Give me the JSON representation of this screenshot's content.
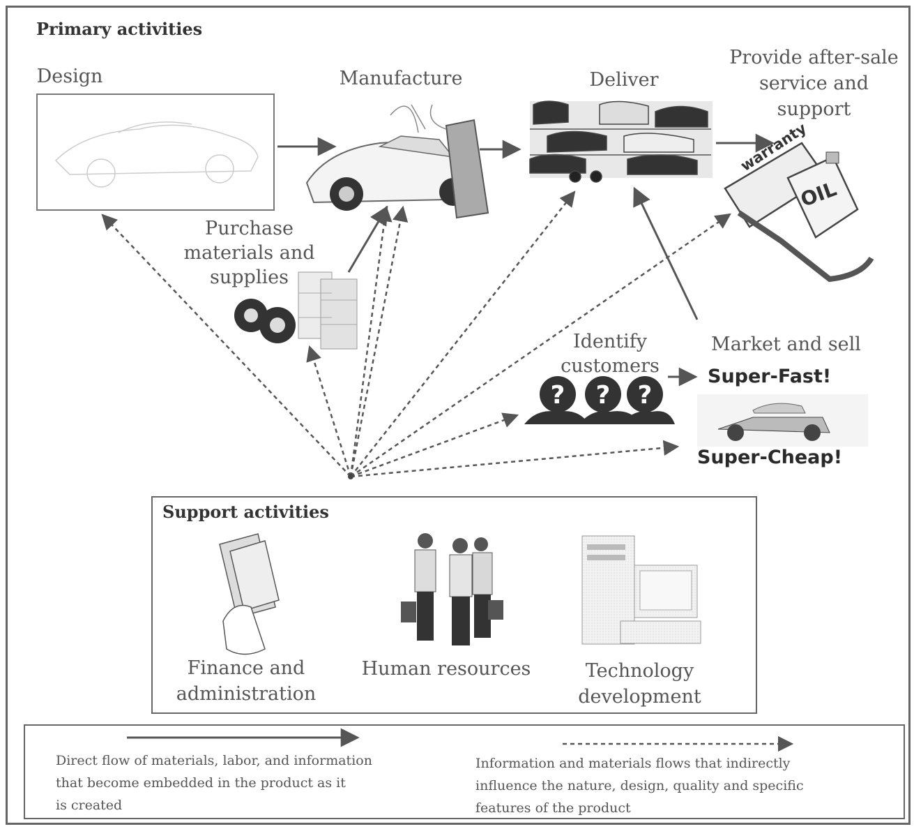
{
  "primary": {
    "title": "Primary activities",
    "design": "Design",
    "manufacture": "Manufacture",
    "deliver": "Deliver",
    "after_sale": "Provide after-sale\nservice and\nsupport",
    "purchase": "Purchase\nmaterials and\nsupplies",
    "identify": "Identify\ncustomers",
    "market": "Market and sell",
    "warranty_text": "warranty",
    "oil_text": "OIL",
    "promo_fast": "Super-Fast!",
    "promo_cheap": "Super-Cheap!"
  },
  "support": {
    "title": "Support activities",
    "finance": "Finance and\nadministration",
    "hr": "Human resources",
    "tech": "Technology\ndevelopment"
  },
  "legend": {
    "solid": "Direct flow of materials, labor, and information\nthat become embedded in the product as it\nis created",
    "dashed": "Information and materials flows that indirectly\ninfluence the nature, design, quality and specific\nfeatures of the product"
  },
  "colors": {
    "ink": "#555555",
    "line": "#666666",
    "light": "#bbbbbb"
  }
}
